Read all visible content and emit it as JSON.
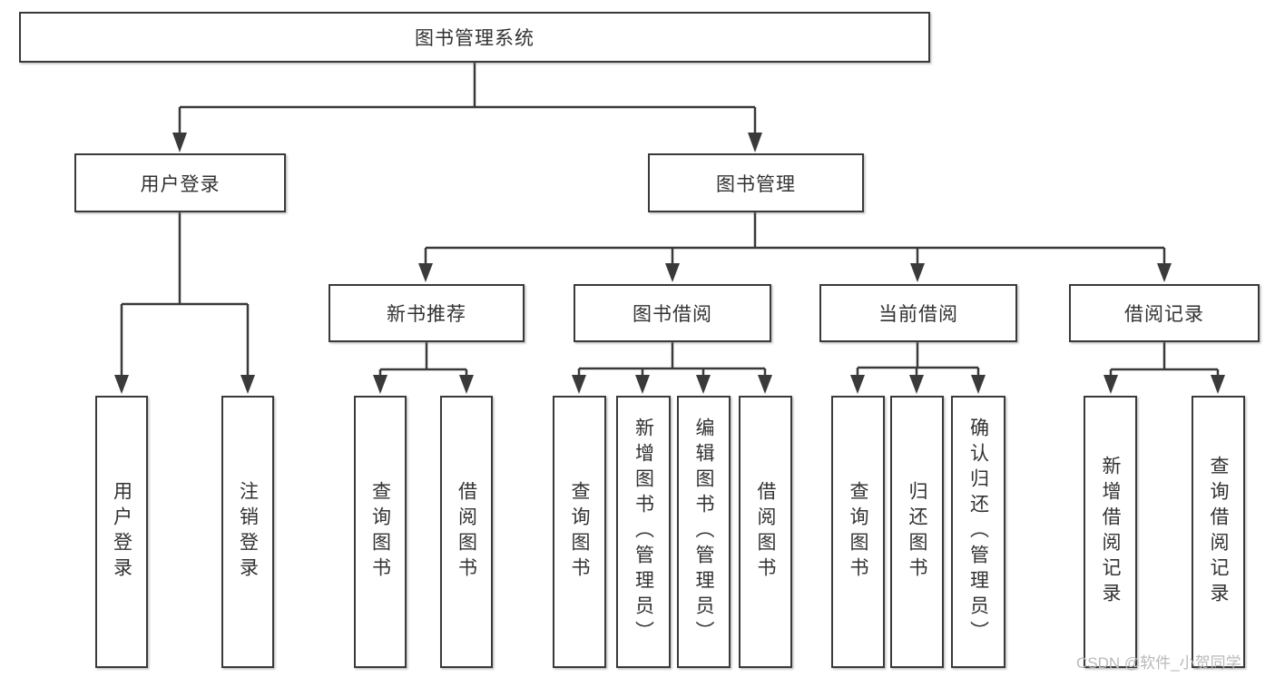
{
  "diagram": {
    "tree": {
      "label": "图书管理系统",
      "children": [
        {
          "label": "用户登录",
          "children": [
            {
              "label": "用户登录"
            },
            {
              "label": "注销登录"
            }
          ]
        },
        {
          "label": "图书管理",
          "children": [
            {
              "label": "新书推荐",
              "children": [
                {
                  "label": "查询图书"
                },
                {
                  "label": "借阅图书"
                }
              ]
            },
            {
              "label": "图书借阅",
              "children": [
                {
                  "label": "查询图书"
                },
                {
                  "label": "新增图书（管理员）"
                },
                {
                  "label": "编辑图书（管理员）"
                },
                {
                  "label": "借阅图书"
                }
              ]
            },
            {
              "label": "当前借阅",
              "children": [
                {
                  "label": "查询图书"
                },
                {
                  "label": "归还图书"
                },
                {
                  "label": "确认归还（管理员）"
                }
              ]
            },
            {
              "label": "借阅记录",
              "children": [
                {
                  "label": "新增借阅记录"
                },
                {
                  "label": "查询借阅记录"
                }
              ]
            }
          ]
        }
      ]
    }
  },
  "watermark": {
    "text": "CSDN @软件_小贺同学"
  },
  "colors": {
    "line": "#3a3a3a",
    "text": "#323232",
    "box_fill": "#ffffff",
    "watermark": "#b9b9b9"
  }
}
